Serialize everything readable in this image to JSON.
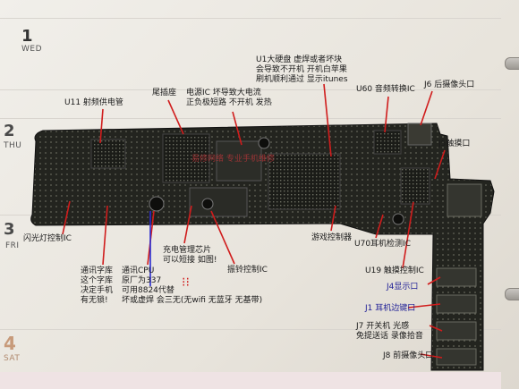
{
  "planner": {
    "days": [
      {
        "num": "1",
        "name": "WED"
      },
      {
        "num": "2",
        "name": "THU"
      },
      {
        "num": "3",
        "name": "FRI"
      },
      {
        "num": "4",
        "name": "SAT"
      }
    ]
  },
  "board": {
    "watermark": "易修网络 专业手机维修"
  },
  "labels": {
    "u11": "U11 射频供电管",
    "tail": "尾插座",
    "power_ic": "电源IC 坏导致大电流\n正负极短路 不开机 发热",
    "u1": "U1大硬盘 虚焊或者坏块\n会导致不开机 开机白苹果\n刷机顺利通过 显示itunes",
    "u60": "U60 音频转换IC",
    "j6": "J6 后摄像头口",
    "j5": "J5触摸口",
    "flash": "闪光灯控制IC",
    "font_lib": "通讯字库\n这个字库\n决定手机\n有无锁!",
    "cpu": "通讯CPU\n原厂为337\n可用8824代替\n坏或虚焊 会三无(无wifi 无蓝牙 无基带)",
    "charge": "充电管理芯片\n可以短接 如图!",
    "vibrate": "振铃控制IC",
    "game": "游戏控制器",
    "u70": "U70耳机检测IC",
    "u19": "U19 触摸控制IC",
    "j4": "J4显示口",
    "j1": "J1 耳机边键口",
    "j7": "J7 开关机 光感\n免提送话 录像拾音",
    "j8": "J8 前摄像头口"
  },
  "colors": {
    "board": "#23241f",
    "label_blue": "#1e1e96",
    "pointer_red": "#d01c1c",
    "pointer_blue": "#2a2ad0"
  }
}
